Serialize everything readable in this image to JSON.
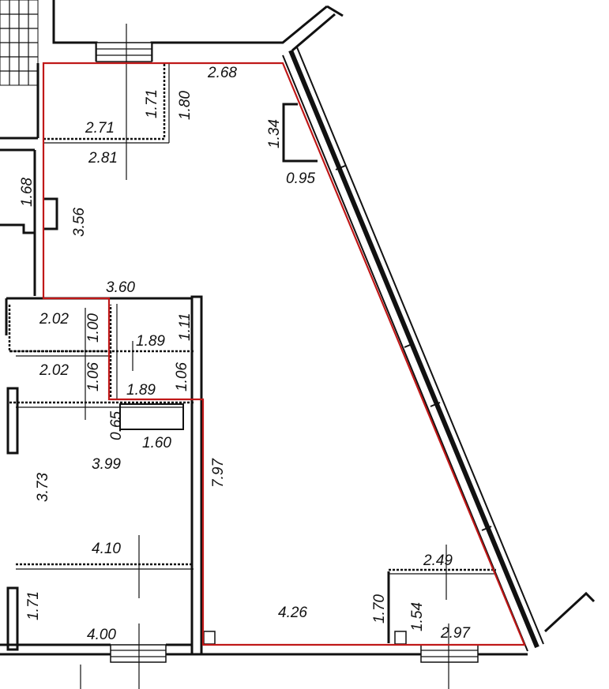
{
  "plan": {
    "outline_color": "#c01818",
    "wall_color": "#111111",
    "dimensions": {
      "top_width": "2.68",
      "niche_top_width": "2.71",
      "niche_bottom_width": "2.81",
      "niche_height_a": "1.71",
      "niche_height_b": "1.80",
      "bay_height": "1.34",
      "bay_width": "0.95",
      "left_shaft_height": "1.68",
      "left_wall_height": "3.56",
      "closet_width": "3.60",
      "closet_a_width": "2.02",
      "closet_a_height": "1.00",
      "closet_b_width": "1.89",
      "closet_b_height": "1.11",
      "closet_c_width": "2.02",
      "closet_c_height": "1.06",
      "closet_d_width": "1.89",
      "closet_d_height": "1.06",
      "nook_height": "0.65",
      "nook_width": "1.60",
      "room_width": "3.99",
      "room_height": "3.73",
      "main_wall_height": "7.97",
      "room2_width": "4.10",
      "room2_height": "1.71",
      "room2_bottom_width": "4.00",
      "main_bottom_width": "4.26",
      "corner_width": "2.49",
      "corner_height_a": "1.70",
      "corner_height_b": "1.54",
      "corner_bottom_width": "2.97"
    }
  }
}
